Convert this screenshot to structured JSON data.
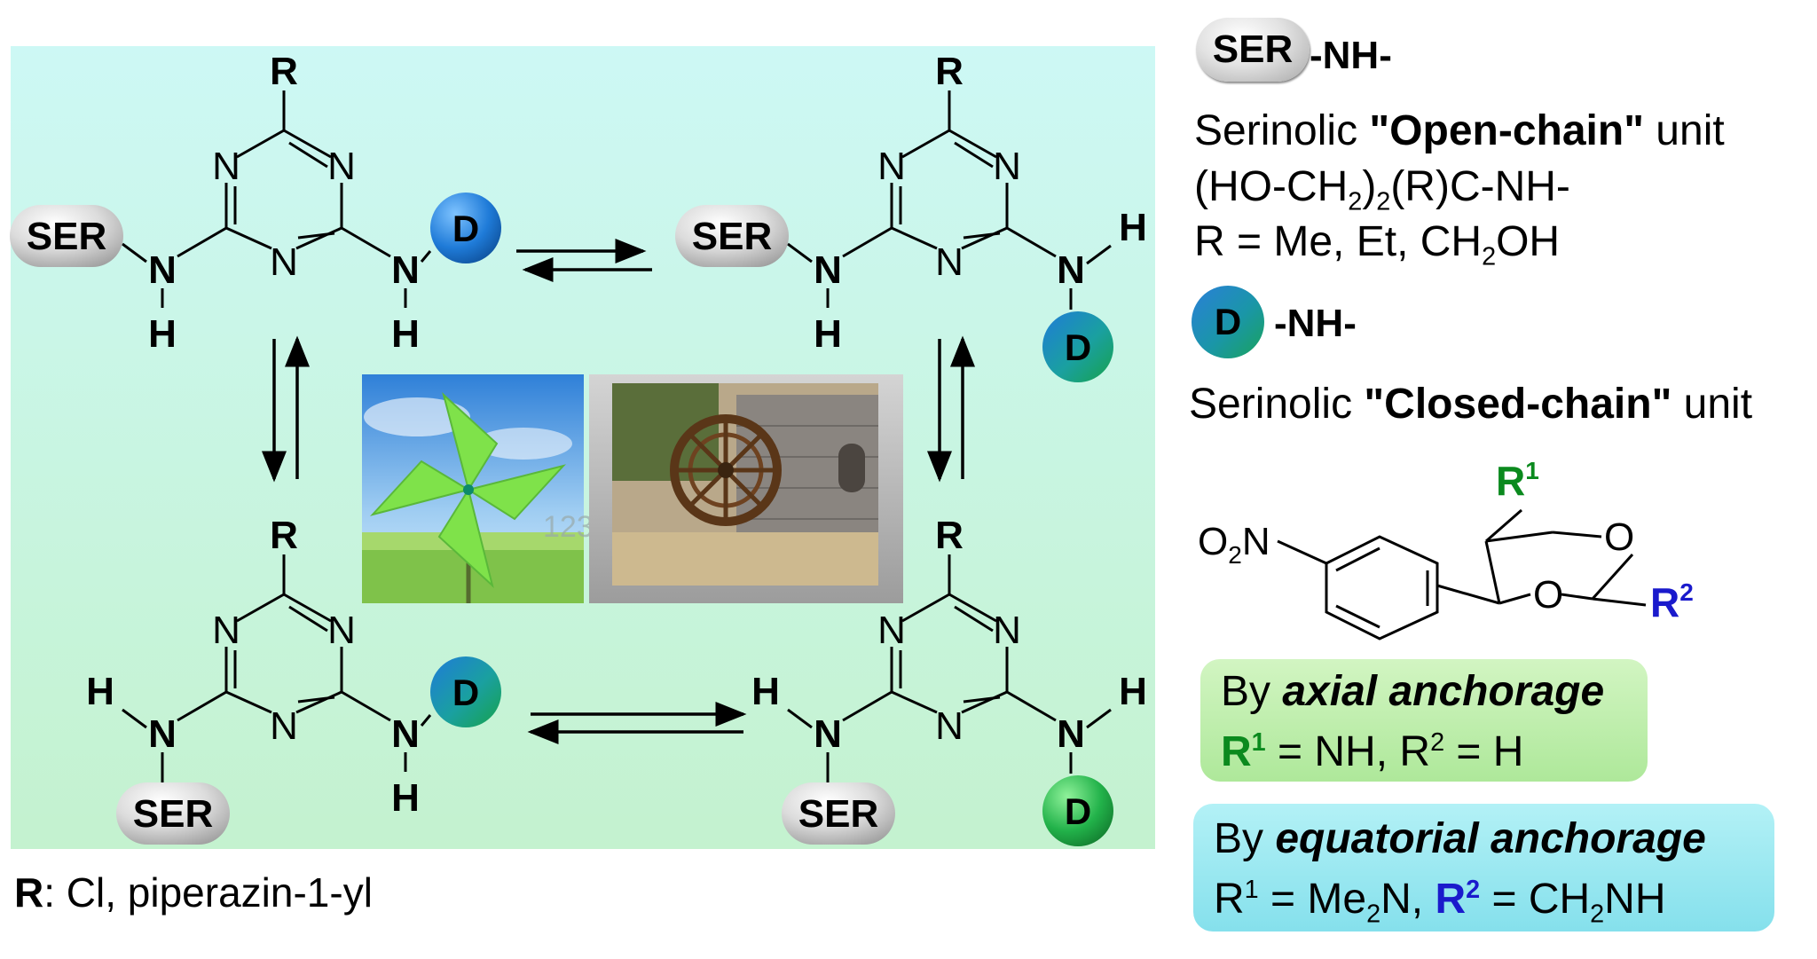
{
  "colors": {
    "panel_top": "#cdf8f5",
    "panel_bottom": "#c4f2cf",
    "ser_pill": "#d6d6d6",
    "d_blue": "#2a7fd8",
    "d_green": "#1eaa52",
    "r1_green": "#0b8a1e",
    "r2_blue": "#1a1acc",
    "box_green": "#bdf0aa",
    "box_cyan": "#9be8f0"
  },
  "scheme": {
    "structures": [
      {
        "id": "top-left",
        "ring_atoms": [
          "N",
          "N",
          "N"
        ],
        "substituent_top": "R",
        "left_group": "SER",
        "left_nh": [
          "N",
          "H"
        ],
        "right_nh": [
          "N",
          "H"
        ],
        "right_group": "D"
      },
      {
        "id": "top-right",
        "ring_atoms": [
          "N",
          "N",
          "N"
        ],
        "substituent_top": "R",
        "left_group": "SER",
        "left_nh": [
          "N",
          "H"
        ],
        "right_nh": [
          "N",
          "H"
        ],
        "right_group": "D"
      },
      {
        "id": "bottom-left",
        "ring_atoms": [
          "N",
          "N",
          "N"
        ],
        "substituent_top": "R",
        "left_group": "SER",
        "left_nh": [
          "N",
          "H"
        ],
        "right_nh": [
          "N",
          "H"
        ],
        "right_group": "D"
      },
      {
        "id": "bottom-right",
        "ring_atoms": [
          "N",
          "N",
          "N"
        ],
        "substituent_top": "R",
        "left_group": "SER",
        "left_nh": [
          "N",
          "H"
        ],
        "right_nh": [
          "N",
          "H"
        ],
        "right_group": "D"
      }
    ],
    "photos": [
      {
        "icon": "green-pinwheel-photo",
        "watermark": "123"
      },
      {
        "icon": "water-wheel-photo"
      }
    ],
    "footnote_bold": "R",
    "footnote_rest": ": Cl, piperazin-1-yl"
  },
  "legend": {
    "ser_label": "SER",
    "ser_suffix": "-NH-",
    "open_chain_prefix": "Serinolic ",
    "open_chain_bold": "\"Open-chain\"",
    "open_chain_suffix": " unit",
    "formula_a": "(HO-CH",
    "formula_sub": "2",
    "formula_b": ")",
    "formula_sub2": "2",
    "formula_c": "(R)C-NH-",
    "r_def_a": "R = Me, Et, CH",
    "r_def_sub": "2",
    "r_def_b": "OH",
    "d_label": "D",
    "d_suffix": "-NH-",
    "closed_chain_prefix": "Serinolic ",
    "closed_chain_bold": "\"Closed-chain\"",
    "closed_chain_suffix": " unit",
    "molecule": {
      "o2n_o": "O",
      "o2n_sub": "2",
      "o2n_n": "N",
      "o_ring_top": "O",
      "o_ring_bottom": "O",
      "r1": "R",
      "r1_sup": "1",
      "r2": "R",
      "r2_sup": "2"
    },
    "axial": {
      "line1_a": "By ",
      "line1_b": "axial anchorage",
      "r1": "R",
      "r1_sup": "1",
      "line2_rest_a": " = NH, R",
      "line2_sup": "2",
      "line2_rest_b": " = H"
    },
    "equatorial": {
      "line1_a": "By ",
      "line1_b": "equatorial anchorage",
      "r1": "R",
      "r1_sup": "1",
      "line2_a": " = Me",
      "line2_sub": "2",
      "line2_b": "N, ",
      "r2": "R",
      "r2_sup": "2",
      "line2_c": " = CH",
      "line2_sub2": "2",
      "line2_d": "NH"
    }
  }
}
